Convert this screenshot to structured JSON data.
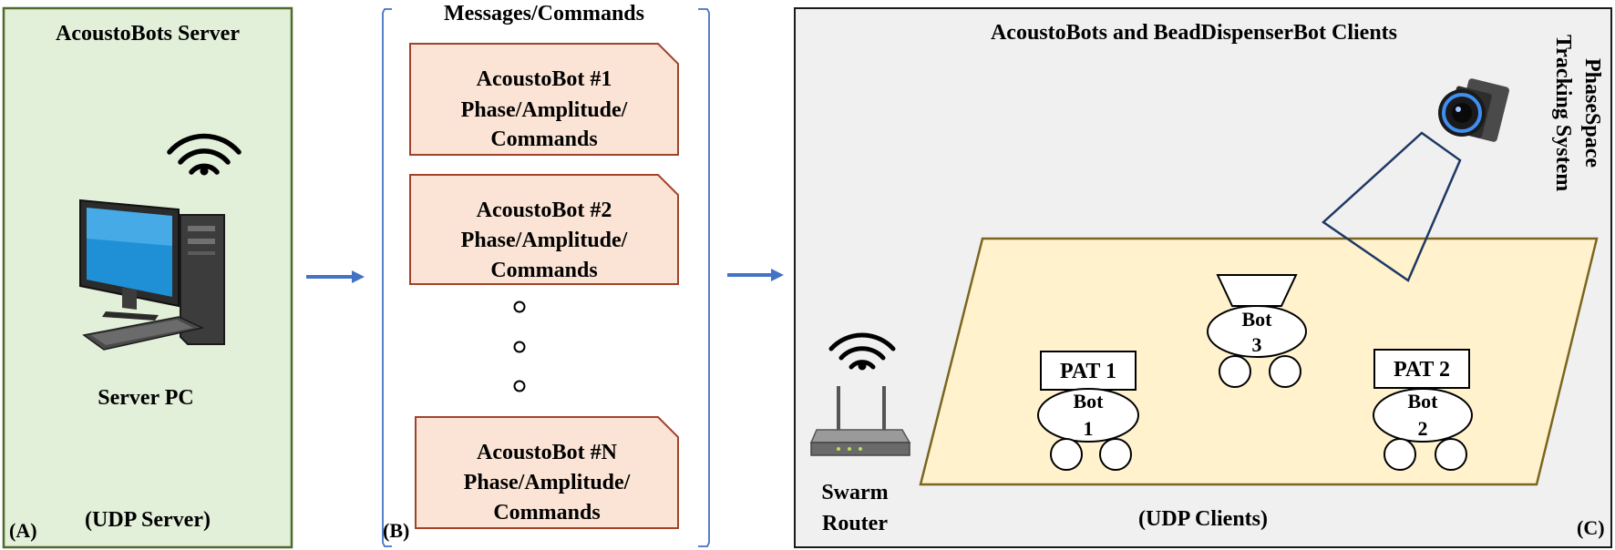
{
  "panelA": {
    "title": "AcoustoBots Server",
    "pc_label": "Server PC",
    "role": "(UDP Server)",
    "panel_letter": "(A)"
  },
  "panelB": {
    "title": "Messages/Commands",
    "messages": [
      {
        "line1": "AcoustoBot #1",
        "line2": "Phase/Amplitude/",
        "line3": "Commands"
      },
      {
        "line1": "AcoustoBot #2",
        "line2": "Phase/Amplitude/",
        "line3": "Commands"
      },
      {
        "line1": "AcoustoBot #N",
        "line2": "Phase/Amplitude/",
        "line3": "Commands"
      }
    ],
    "panel_letter": "(B)"
  },
  "panelC": {
    "title": "AcoustoBots and BeadDispenserBot Clients",
    "tracking_line1": "PhaseSpace",
    "tracking_line2": "Tracking System",
    "router_line1": "Swarm",
    "router_line2": "Router",
    "role": "(UDP Clients)",
    "panel_letter": "(C)",
    "pat1": "PAT 1",
    "pat2": "PAT 2",
    "bot1_line1": "Bot",
    "bot1_line2": "1",
    "bot2_line1": "Bot",
    "bot2_line2": "2",
    "bot3_line1": "Bot",
    "bot3_line2": "3"
  },
  "colors": {
    "panelA_fill": "#e2efd9",
    "panelA_border": "#4f6a2c",
    "message_fill": "#fbe4d5",
    "message_border": "#a0432a",
    "panelC_fill": "#f0f0f0",
    "arena_fill": "#fff2cc",
    "arena_border": "#7a6520",
    "arrow": "#4472c4",
    "bracket": "#4472c4",
    "tracking_beam": "#1f3864"
  }
}
